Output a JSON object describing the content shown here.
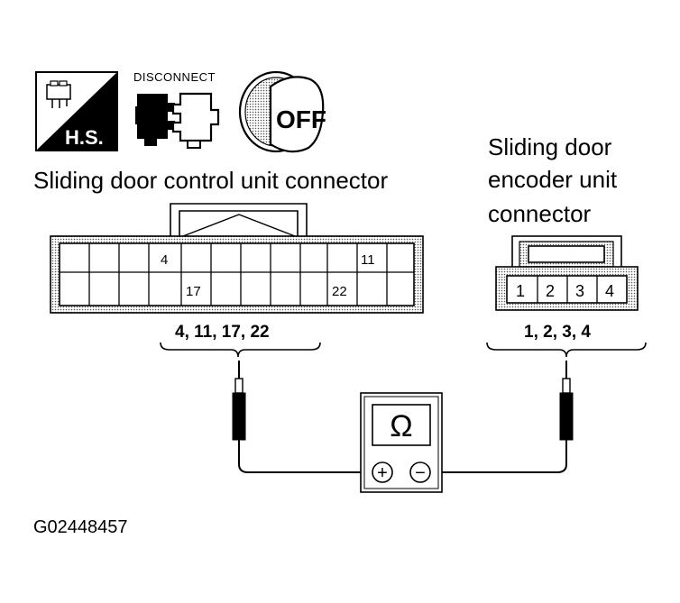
{
  "icons": {
    "harness_label": "H.S.",
    "disconnect_label": "DISCONNECT",
    "key_label": "OFF",
    "icon_names": [
      "harness-hs-icon",
      "disconnect-connector-icon",
      "ignition-key-off-icon"
    ]
  },
  "control_unit": {
    "title": "Sliding door control unit connector",
    "top_row_pins": {
      "4": "4",
      "11": "11"
    },
    "bottom_row_pins": {
      "17": "17",
      "22": "22"
    },
    "test_pins": "4, 11, 17, 22"
  },
  "encoder_unit": {
    "title_line1": "Sliding door",
    "title_line2": "encoder unit",
    "title_line3": "connector",
    "pins": [
      "1",
      "2",
      "3",
      "4"
    ],
    "test_pins": "1, 2, 3, 4"
  },
  "meter": {
    "symbol": "Ω",
    "plus": "+",
    "minus": "−"
  },
  "figure_code": "G02448457"
}
